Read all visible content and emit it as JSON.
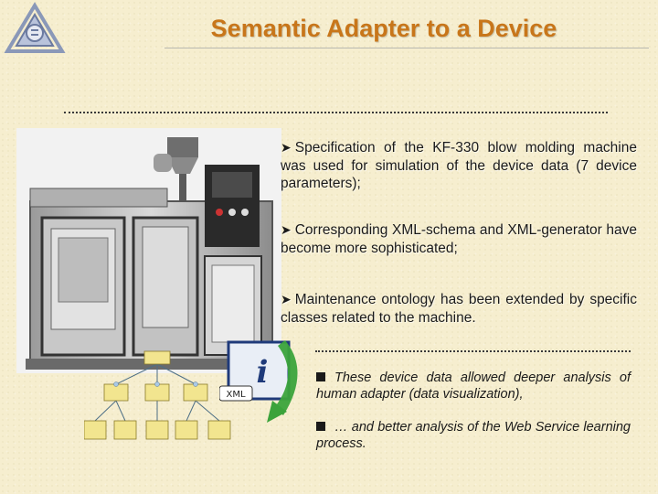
{
  "title": "Semantic Adapter to a Device",
  "bullets": [
    {
      "marker": "arrow-bullet-icon",
      "text": "Specification of the KF-330 blow molding machine was used for simulation of the device data (7 device parameters);"
    },
    {
      "marker": "arrow-bullet-icon",
      "text": "Corresponding XML-schema and XML-generator have become more sophisticated;"
    },
    {
      "marker": "arrow-bullet-icon",
      "text": "Maintenance ontology has been extended by specific classes related to the machine."
    }
  ],
  "sub_bullets": [
    {
      "marker": "square-bullet-icon",
      "text": "These device data allowed deeper analysis of human adapter (data visualization),"
    },
    {
      "marker": "square-bullet-icon",
      "text": "… and better analysis of the Web Service learning process."
    }
  ],
  "xml_icon": {
    "glyph": "i",
    "label": "XML"
  },
  "colors": {
    "title": "#c8761a",
    "background": "#f6eecf",
    "arrow": "#3ba33b"
  }
}
